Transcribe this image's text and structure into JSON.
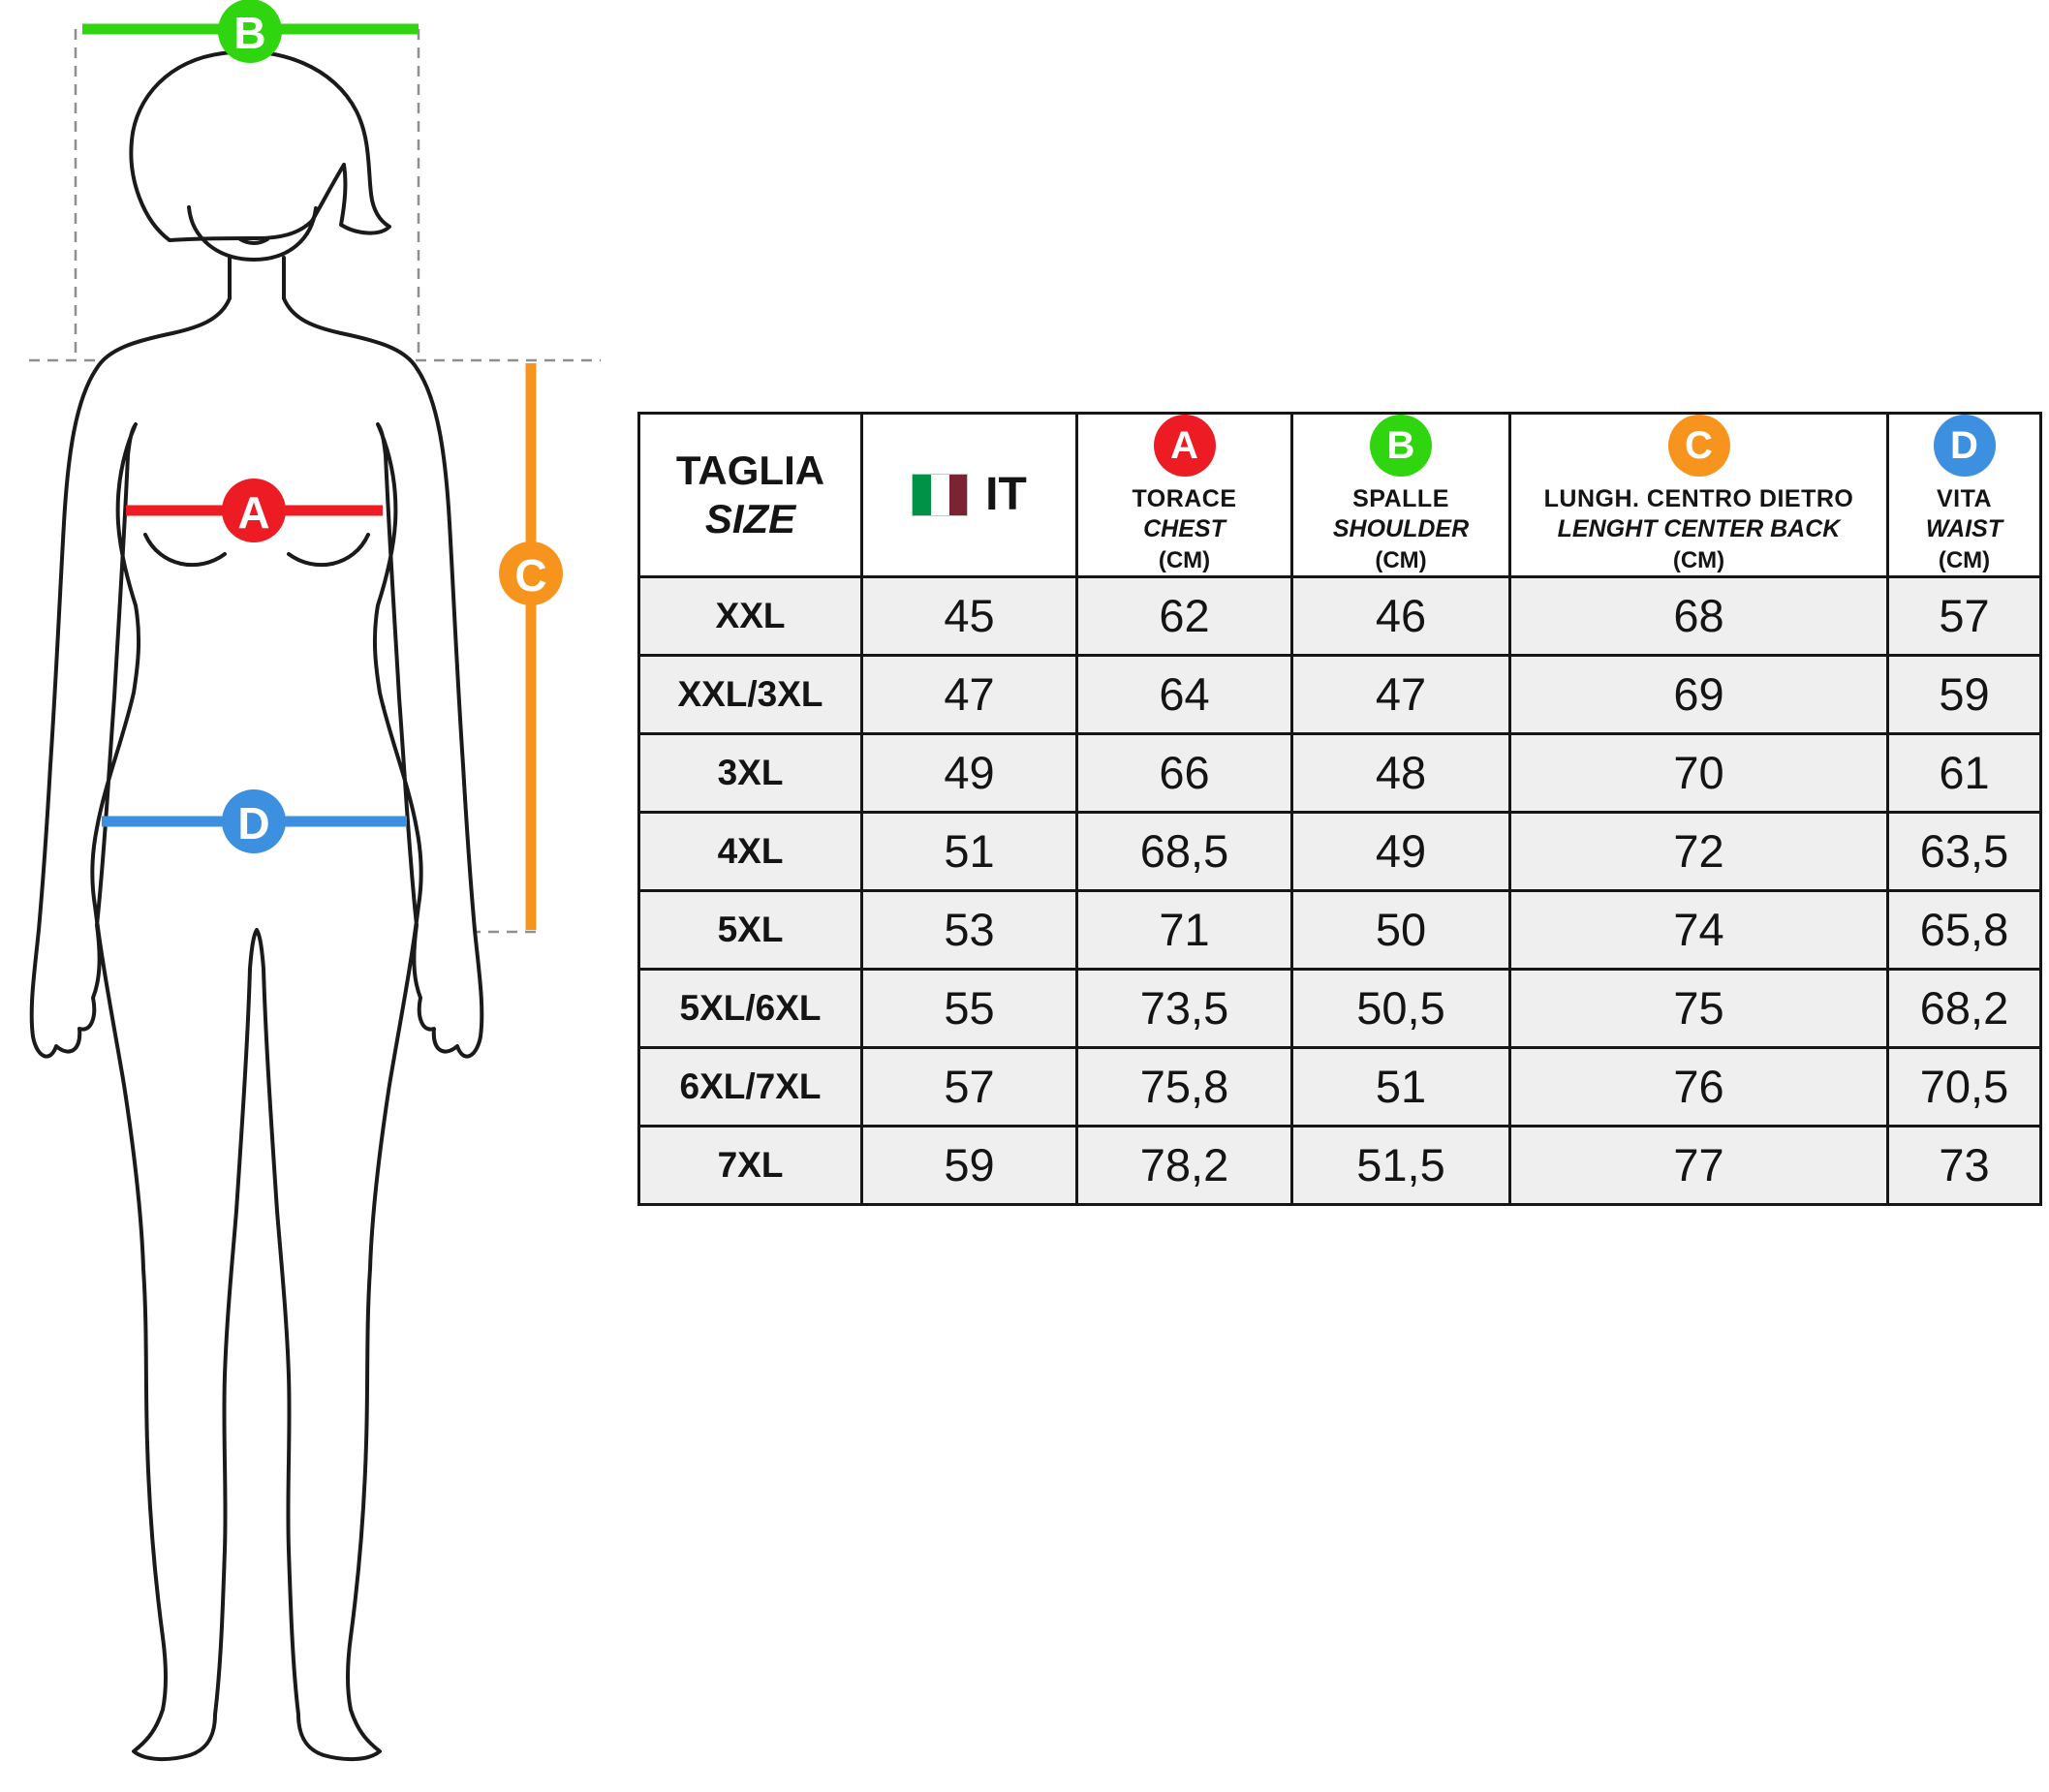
{
  "colors": {
    "marker_a_red": "#ed1c24",
    "marker_b_green": "#2fd50f",
    "marker_c_orange": "#f7941e",
    "marker_d_blue": "#3d8fe0",
    "table_border": "#161616",
    "row_fill": "#efefef",
    "flag_green": "#009246",
    "flag_red": "#7a2433"
  },
  "figure": {
    "markers": [
      {
        "letter": "A",
        "meaning": "chest-line"
      },
      {
        "letter": "B",
        "meaning": "shoulder-width-line"
      },
      {
        "letter": "C",
        "meaning": "length-center-back-line"
      },
      {
        "letter": "D",
        "meaning": "waist-line"
      }
    ]
  },
  "table": {
    "size_header": {
      "line1": "TAGLIA",
      "line2": "SIZE"
    },
    "country": {
      "code": "IT"
    },
    "measure_columns": [
      {
        "letter": "A",
        "name_it": "TORACE",
        "name_en": "CHEST",
        "unit": "(CM)"
      },
      {
        "letter": "B",
        "name_it": "SPALLE",
        "name_en": "SHOULDER",
        "unit": "(CM)"
      },
      {
        "letter": "C",
        "name_it": "LUNGH. CENTRO DIETRO",
        "name_en": "LENGHT CENTER BACK",
        "unit": "(CM)"
      },
      {
        "letter": "D",
        "name_it": "VITA",
        "name_en": "WAIST",
        "unit": "(CM)"
      }
    ],
    "rows": [
      {
        "size": "XXL",
        "values": [
          "45",
          "62",
          "46",
          "68",
          "57"
        ]
      },
      {
        "size": "XXL/3XL",
        "values": [
          "47",
          "64",
          "47",
          "69",
          "59"
        ]
      },
      {
        "size": "3XL",
        "values": [
          "49",
          "66",
          "48",
          "70",
          "61"
        ]
      },
      {
        "size": "4XL",
        "values": [
          "51",
          "68,5",
          "49",
          "72",
          "63,5"
        ]
      },
      {
        "size": "5XL",
        "values": [
          "53",
          "71",
          "50",
          "74",
          "65,8"
        ]
      },
      {
        "size": "5XL/6XL",
        "values": [
          "55",
          "73,5",
          "50,5",
          "75",
          "68,2"
        ]
      },
      {
        "size": "6XL/7XL",
        "values": [
          "57",
          "75,8",
          "51",
          "76",
          "70,5"
        ]
      },
      {
        "size": "7XL",
        "values": [
          "59",
          "78,2",
          "51,5",
          "77",
          "73"
        ]
      }
    ]
  }
}
